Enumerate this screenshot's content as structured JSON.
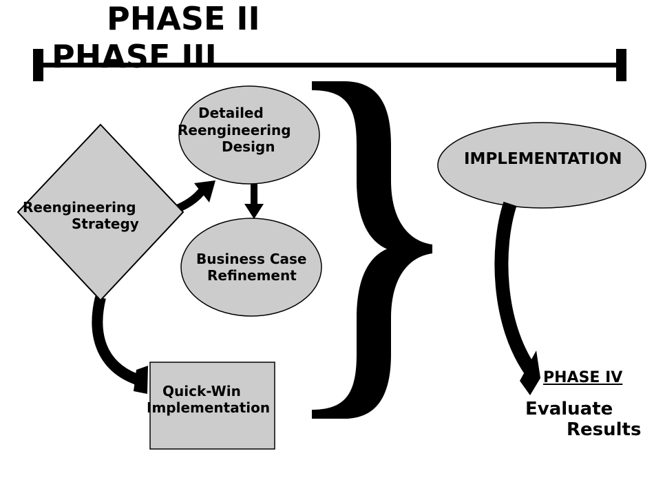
{
  "phase2_label": "PHASE II",
  "phase3_label": "PHASE III",
  "diamond": {
    "line1": "Reengineering",
    "line2": "Strategy"
  },
  "detailed": {
    "line1": "Detailed",
    "line2": "Reengineering",
    "line3": "Design"
  },
  "business": {
    "line1": "Business Case",
    "line2": "Refinement"
  },
  "quickwin": {
    "line1": "Quick-Win",
    "line2": "Implementation"
  },
  "implementation": "IMPLEMENTATION",
  "phase4_label": "PHASE IV",
  "evaluate": {
    "line1": "Evaluate",
    "line2": "Results"
  },
  "colors": {
    "shape_fill": "#cccccc",
    "ink": "#000000",
    "background": "#ffffff"
  }
}
